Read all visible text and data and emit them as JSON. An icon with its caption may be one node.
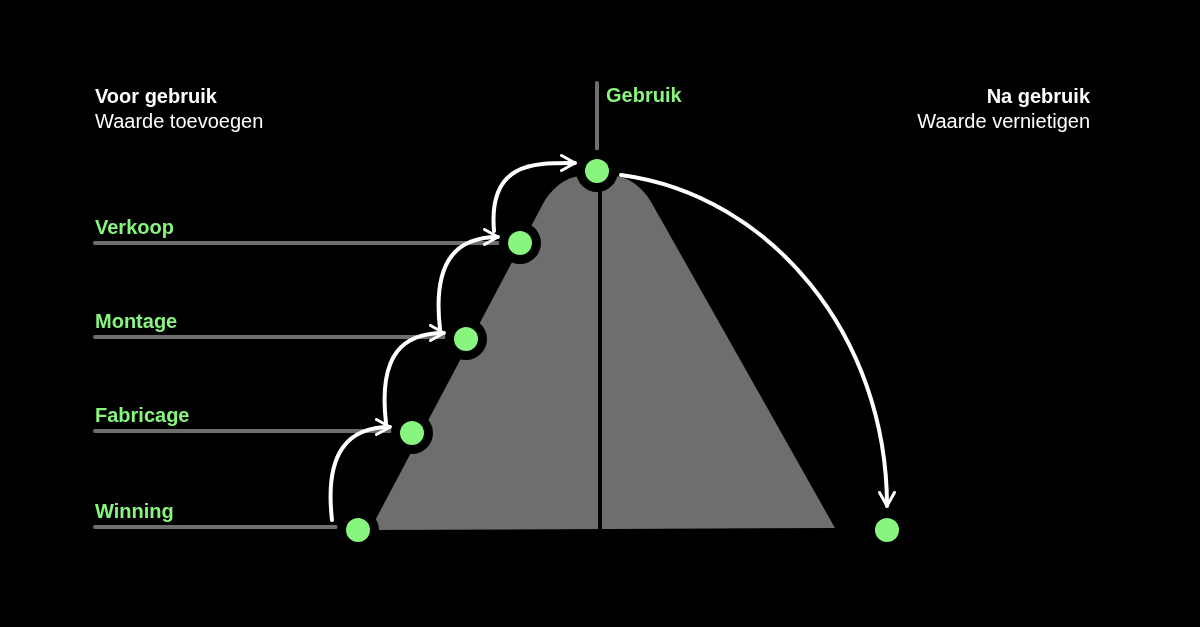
{
  "diagram": {
    "nodes": [
      {
        "text": [
          "Winning"
        ]
      },
      {
        "text": [
          "Fabricage"
        ]
      },
      {
        "text": [
          "Montage"
        ]
      },
      {
        "text": [
          "Verkoop"
        ]
      },
      {
        "text": [
          "Gebruik"
        ]
      },
      {
        "text": [],
        "shape": "circle"
      },
      {
        "text": [],
        "shape": "circle"
      },
      {
        "text": [],
        "shape": "circle"
      },
      {
        "text": [],
        "shape": "circle"
      },
      {
        "text": [],
        "shape": "circle"
      },
      {
        "text": [],
        "shape": "circle"
      }
    ],
    "edges": [
      {
        "from": 0,
        "to": 5,
        "arrow": "none",
        "color": "#6e6e6e"
      },
      {
        "from": 1,
        "to": 6,
        "arrow": "none",
        "color": "#6e6e6e"
      },
      {
        "from": 2,
        "to": 7,
        "arrow": "none",
        "color": "#6e6e6e"
      },
      {
        "from": 3,
        "to": 8,
        "arrow": "none",
        "color": "#6e6e6e"
      },
      {
        "from": 4,
        "to": 9,
        "arrow": "none",
        "color": "#6e6e6e"
      },
      {
        "from": 5,
        "to": 6,
        "arrow": "to",
        "color": "#ffffff"
      },
      {
        "from": 6,
        "to": 7,
        "arrow": "to",
        "color": "#ffffff"
      },
      {
        "from": 7,
        "to": 8,
        "arrow": "to",
        "color": "#ffffff"
      },
      {
        "from": 8,
        "to": 9,
        "arrow": "to",
        "color": "#ffffff"
      },
      {
        "from": 9,
        "to": 10,
        "arrow": "to",
        "color": "#ffffff"
      }
    ],
    "labels": [
      "Voor gebruik",
      "Waarde toevoegen",
      "Na gebruik",
      "Waarde vernietigen"
    ]
  }
}
